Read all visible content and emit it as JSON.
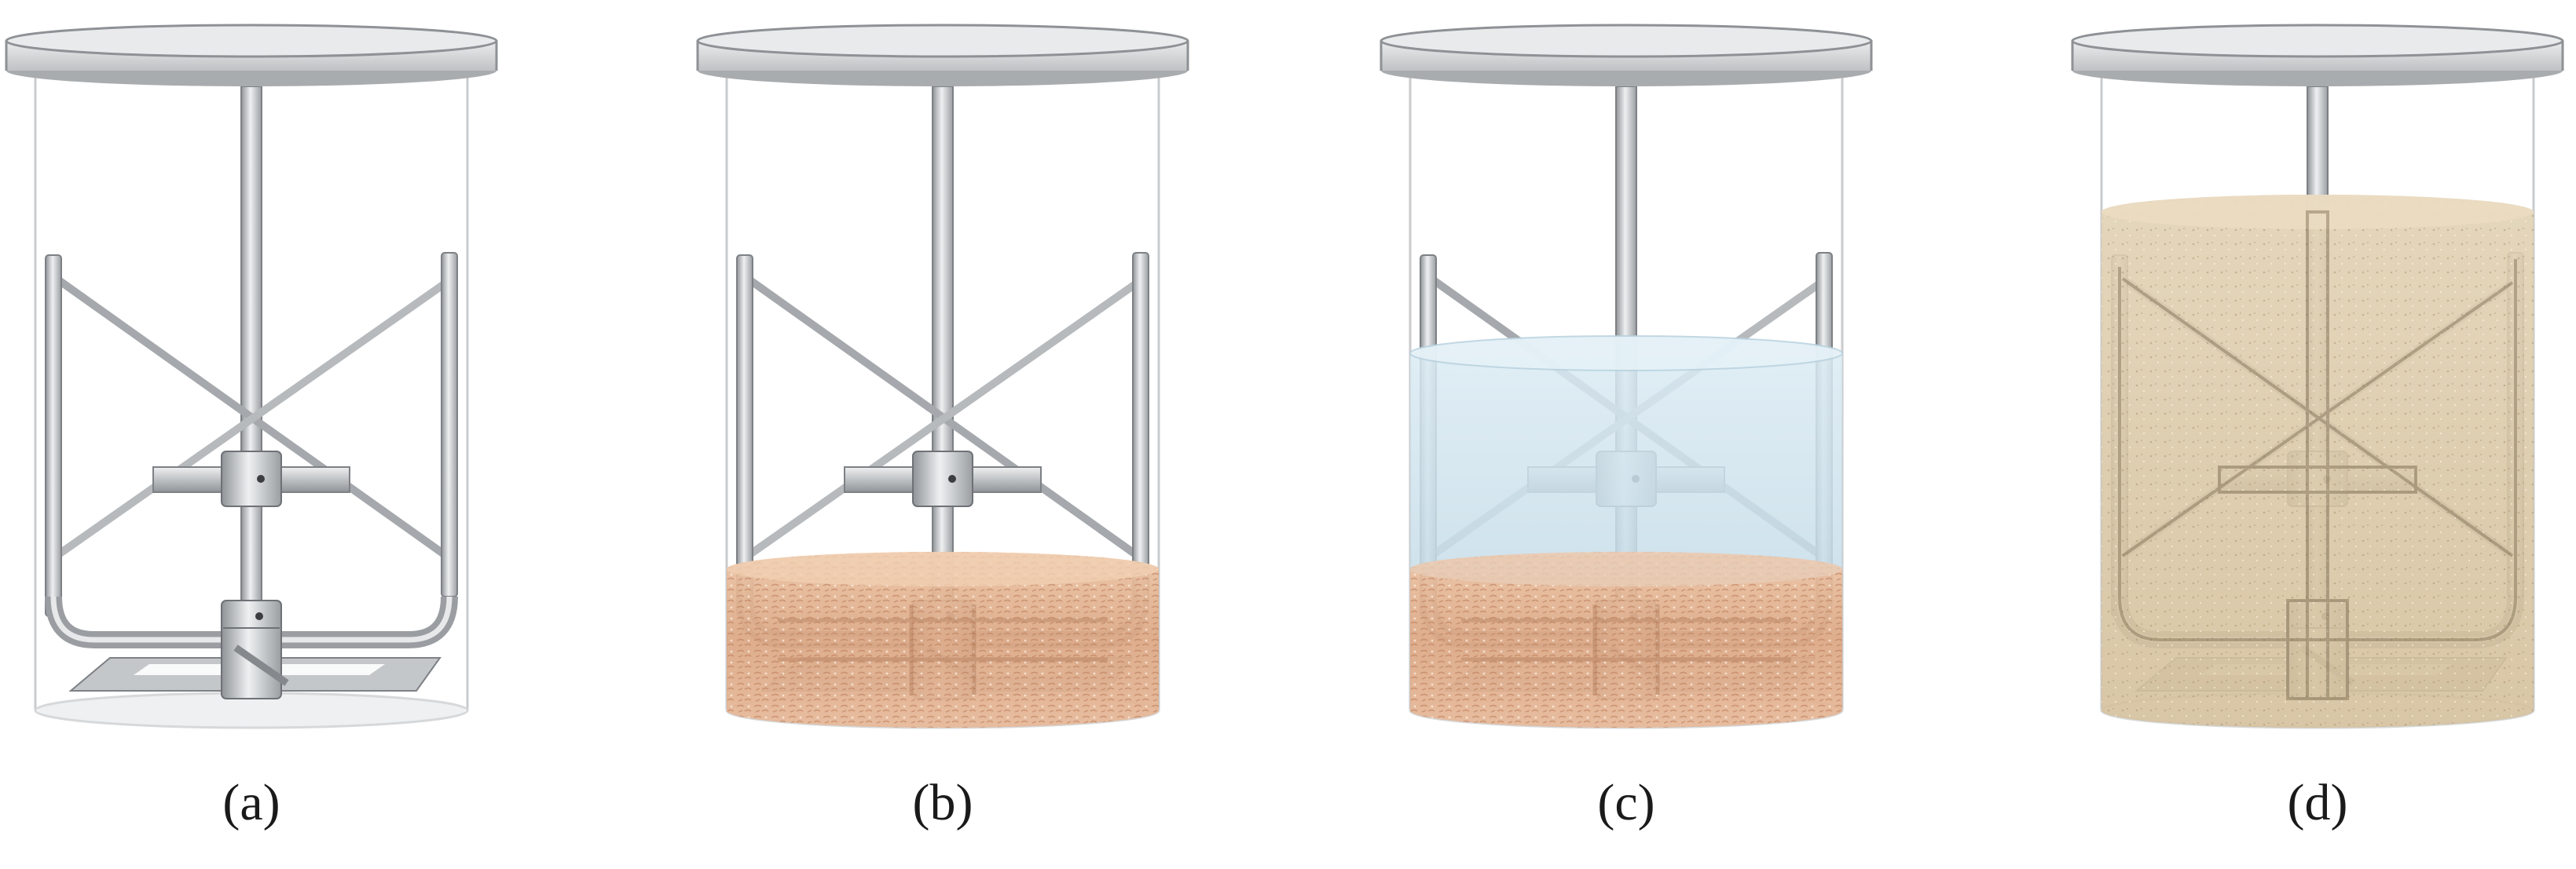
{
  "panels": [
    {
      "label": "(a)",
      "fill": "none"
    },
    {
      "label": "(b)",
      "fill": "solid-bottom"
    },
    {
      "label": "(c)",
      "fill": "solid-bottom-liquid-middle"
    },
    {
      "label": "(d)",
      "fill": "full"
    }
  ],
  "colors": {
    "steel": "#b9bcbf",
    "steel_dark": "#8e9296",
    "lid": "#d6d7d8",
    "solid": "#d9a98a",
    "liquid": "#cfe3ee",
    "mixture": "#d9c8a8"
  }
}
